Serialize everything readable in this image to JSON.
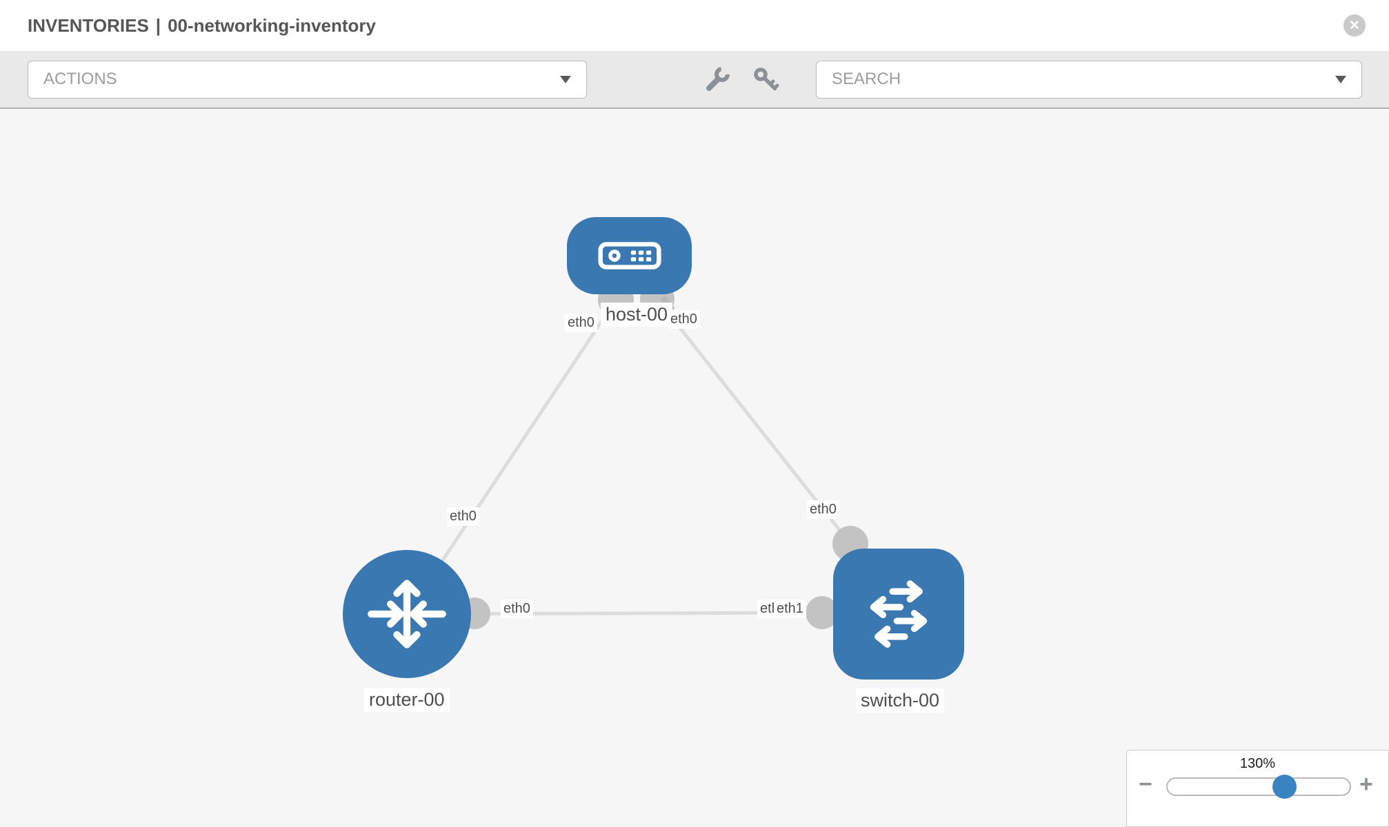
{
  "header": {
    "section": "INVENTORIES",
    "separator": "|",
    "name": "00-networking-inventory",
    "close_icon": "✕"
  },
  "toolbar": {
    "actions_label": "ACTIONS",
    "search_label": "SEARCH"
  },
  "topology": {
    "nodes": [
      {
        "label": "host-00",
        "type": "host"
      },
      {
        "label": "router-00",
        "type": "router"
      },
      {
        "label": "switch-00",
        "type": "switch"
      }
    ],
    "interface_labels": {
      "host_left": "eth0",
      "host_right": "eth0",
      "host_router_mid": "eth0",
      "host_switch_mid": "eth0",
      "router_switch_near_router": "eth0",
      "router_switch_near_switch_back": "eth0",
      "router_switch_near_switch_front": "eth1"
    },
    "links": [
      {
        "from": "host-00",
        "to": "router-00"
      },
      {
        "from": "host-00",
        "to": "switch-00"
      },
      {
        "from": "router-00",
        "to": "switch-00"
      }
    ]
  },
  "zoom_control": {
    "level": "130%",
    "minus": "−",
    "plus": "+"
  },
  "colors": {
    "node_blue": "#3a78b2",
    "thumb_blue": "#3a83c3",
    "link_gray": "#dcdcdc",
    "port_gray": "#c3c3c3"
  }
}
